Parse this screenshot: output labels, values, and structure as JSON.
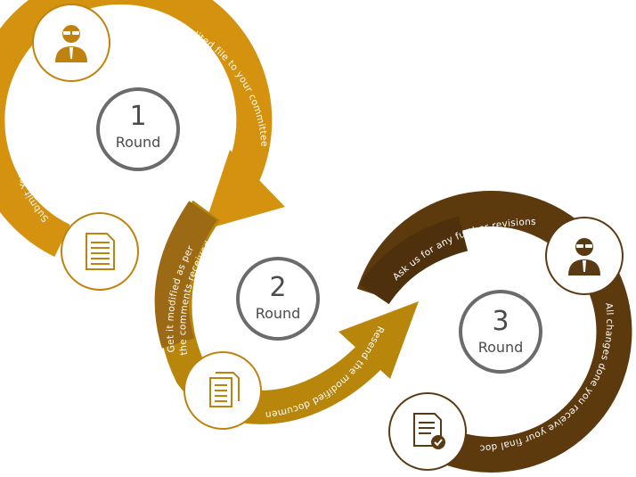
{
  "colors": {
    "gold": "#D4920F",
    "amber": "#B8860B",
    "light_brown": "#9C6A14",
    "dark_brown": "#5C3A0E",
    "ring_gray": "#6B6B6B",
    "icon_gold": "#C0820E",
    "icon_brown": "#5A3A12"
  },
  "rounds": [
    {
      "number": "1",
      "label": "Round"
    },
    {
      "number": "2",
      "label": "Round"
    },
    {
      "number": "3",
      "label": "Round"
    }
  ],
  "steps": {
    "submit": "Submit Your Document",
    "forward": "Forward the edited file to your committee",
    "modified_line1": "Get it modified as per",
    "modified_line2": "the comments received",
    "resend": "Resend the modified document",
    "ask": "Ask us for any further revisions",
    "changes": "All changes done you receive your final doc"
  },
  "icons": {
    "person_top": "person-icon",
    "document_left": "document-icon",
    "documents_middle": "documents-icon",
    "person_right": "person-icon",
    "document_check": "document-check-icon"
  }
}
